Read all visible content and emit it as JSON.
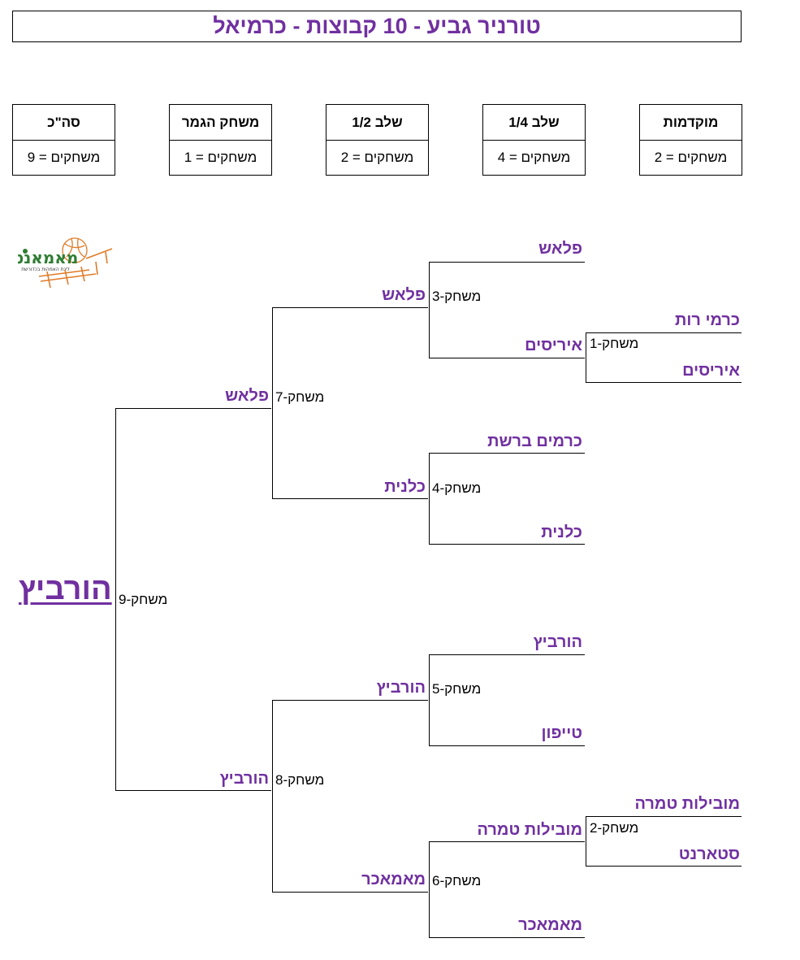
{
  "title": "טורניר גביע - 10 קבוצות - כרמיאל",
  "stages": [
    {
      "name": "מוקדמות",
      "count": "משחקים = 2"
    },
    {
      "name": "שלב 1/4",
      "count": "משחקים = 4"
    },
    {
      "name": "שלב 1/2",
      "count": "משחקים = 2"
    },
    {
      "name": "משחק הגמר",
      "count": "משחקים = 1"
    },
    {
      "name": "סה\"כ",
      "count": "משחקים = 9"
    }
  ],
  "logo": {
    "text": "מאמאנט",
    "subtext": "ליגת האמהות בכדורשת",
    "colors": {
      "green": "#2e7d32",
      "orange": "#e07b28"
    }
  },
  "accent_color": "#7030a0",
  "games": {
    "g1": "משחק-1",
    "g2": "משחק-2",
    "g3": "משחק-3",
    "g4": "משחק-4",
    "g5": "משחק-5",
    "g6": "משחק-6",
    "g7": "משחק-7",
    "g8": "משחק-8",
    "g9": "משחק-9"
  },
  "teams": {
    "r16_flash": "פלאש",
    "pre1_karmei_rut": "כרמי רות",
    "pre1_iris": "איריסים",
    "qf3_iris": "איריסים",
    "qf3_flash": "פלאש",
    "qf4_karmim": "כרמים ברשת",
    "qf4_kalanit": "כלנית",
    "sf_kalanit": "כלנית",
    "sf_flash": "פלאש",
    "qf5_horbitz": "הורביץ",
    "qf5_typhoon": "טייפון",
    "sf_horbitz_top": "הורביץ",
    "pre2_movilot": "מובילות טמרה",
    "pre2_starnet": "סטארנט",
    "qf6_movilot": "מובילות טמרה",
    "qf6_mamaker": "מאמאכר",
    "sf_mamaker": "מאמאכר",
    "final_horbitz": "הורביץ"
  },
  "champion": "הורביץ"
}
